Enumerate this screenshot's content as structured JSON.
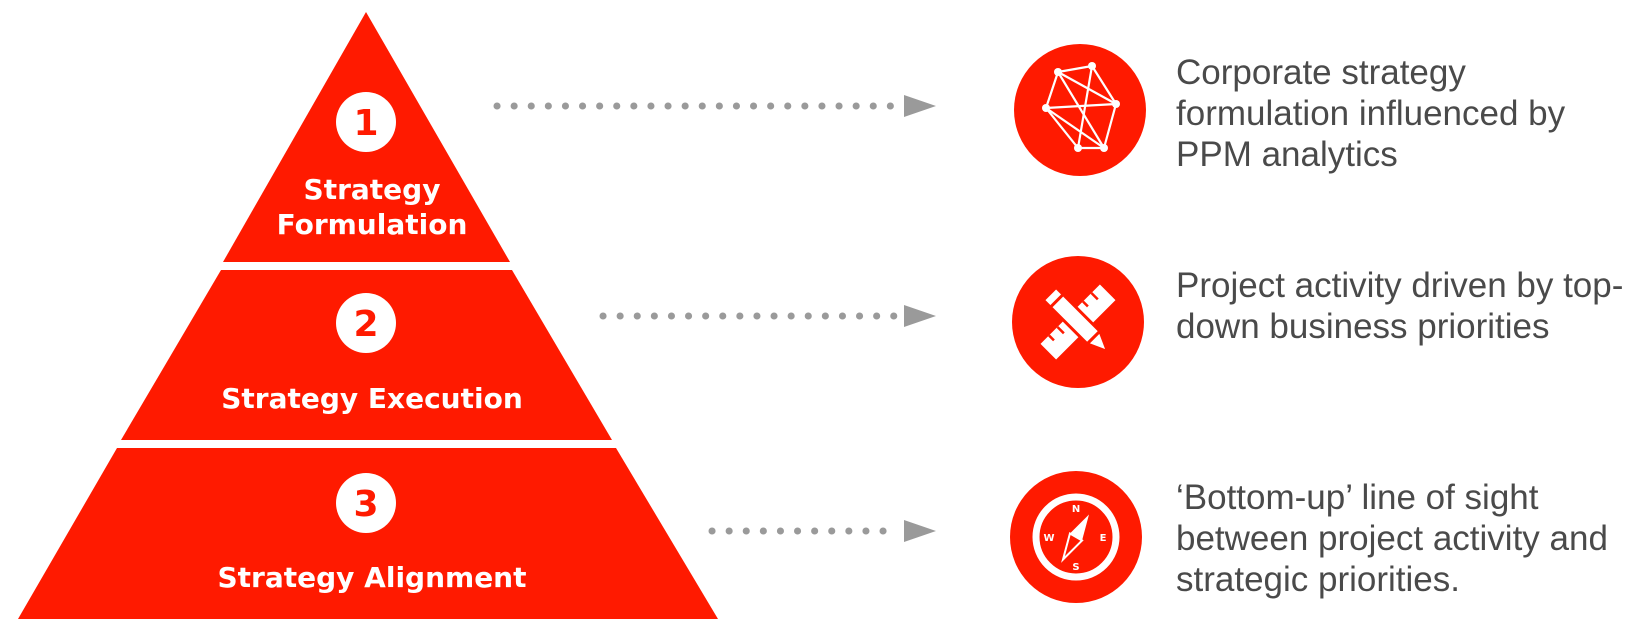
{
  "accent_color": "#ff1a00",
  "arrow_color": "#9a9a9a",
  "text_color": "#4a4a4a",
  "tiers": [
    {
      "number": "1",
      "label_lines": [
        "Strategy",
        "Formulation"
      ],
      "icon": "network-icon",
      "description": "Corporate strategy formulation influenced by PPM analytics"
    },
    {
      "number": "2",
      "label_lines": [
        "Strategy Execution"
      ],
      "icon": "pencil-ruler-icon",
      "description": "Project activity driven by top-down business priorities"
    },
    {
      "number": "3",
      "label_lines": [
        "Strategy Alignment"
      ],
      "icon": "compass-icon",
      "description": "‘Bottom-up’ line of sight between project activity and strategic priorities."
    }
  ],
  "compass_letters": {
    "n": "N",
    "s": "S",
    "e": "E",
    "w": "W"
  }
}
